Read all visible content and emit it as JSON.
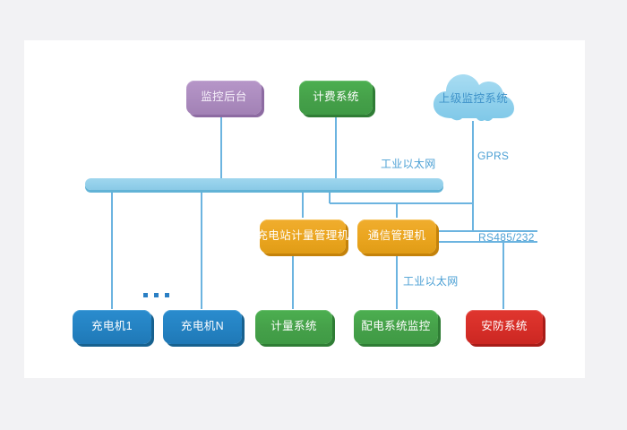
{
  "canvas": {
    "background": "#f2f2f4",
    "sheet": "#ffffff"
  },
  "colors": {
    "purple": "#a281b5",
    "green": "#45a049",
    "orange": "#eaa51f",
    "blue": "#2482c2",
    "red": "#d62e28",
    "bus": "#92cfea",
    "wire": "#4a9fd4",
    "label_text": "#4a9fd4"
  },
  "nodes": {
    "monitoring_backend": "监控后台",
    "billing_system": "计费系统",
    "upper_monitoring_cloud": "上级监控系统",
    "station_metering_manager": "充电站计量管理机",
    "communication_manager": "通信管理机",
    "charger_1": "充电机1",
    "charger_n": "充电机N",
    "metering_system": "计量系统",
    "distribution_monitoring": "配电系统监控",
    "security_system": "安防系统"
  },
  "edge_labels": {
    "ethernet_top": "工业以太网",
    "gprs": "GPRS",
    "rs485": "RS485/232",
    "ethernet_bottom": "工业以太网"
  },
  "ellipsis": "•••"
}
